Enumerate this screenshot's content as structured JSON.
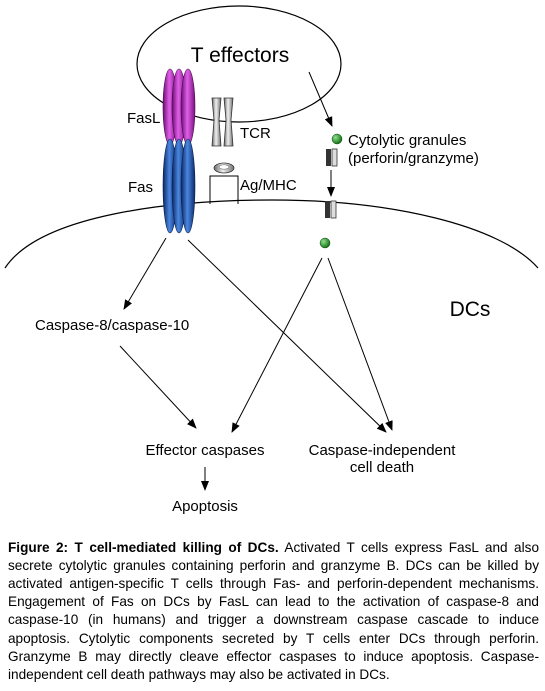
{
  "diagram": {
    "t_cell_label": "T effectors",
    "dc_label": "DCs",
    "fasl_label": "FasL",
    "fas_label": "Fas",
    "tcr_label": "TCR",
    "agmhc_label": "Ag/MHC",
    "granules_label_line1": "Cytolytic granules",
    "granules_label_line2": "(perforin/granzyme)",
    "caspase8_label": "Caspase-8/caspase-10",
    "effector_caspases_label": "Effector caspases",
    "cid_label_line1": "Caspase-independent",
    "cid_label_line2": "cell death",
    "apoptosis_label": "Apoptosis",
    "colors": {
      "fasl": "#c020c8",
      "fas": "#1f4fa8",
      "tcr": "#b8b8b8",
      "granule": "#1a8c1a",
      "line": "#000000"
    }
  },
  "caption": {
    "title": "Figure 2: T cell-mediated killing of DCs.",
    "body": "Activated T cells express FasL and also secrete cytolytic granules containing perforin and granzyme B. DCs can be killed by activated antigen-specific T cells through Fas- and perforin-dependent mechanisms. Engagement of Fas on DCs by FasL can lead to the activation of caspase-8 and caspase-10 (in humans) and trigger a downstream caspase cascade to induce apoptosis. Cytolytic components secreted by T cells enter DCs through perforin. Granzyme B may directly cleave effector caspases to induce apoptosis. Caspase-independent cell death pathways may also be activated in DCs."
  }
}
